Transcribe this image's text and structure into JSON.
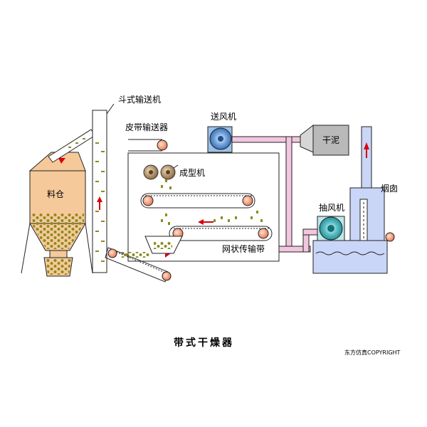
{
  "diagram": {
    "title": "带式干燥器",
    "copyright": "东方仿真COPYRIGHT",
    "labels": {
      "bucket_elevator": "斗式输送机",
      "belt_conveyor": "皮带输送器",
      "blower": "送风机",
      "dry_sludge": "干泥",
      "forming_machine": "成型机",
      "silo": "料仓",
      "chimney": "烟囱",
      "exhaust_fan": "抽风机",
      "mesh_belt": "网状传输带"
    }
  },
  "colors": {
    "duct": "#f2c6df",
    "chimney": "#c9d6f7",
    "silo": "#f6c99a",
    "granule": "#8a8c1e",
    "roller": "#f08c68",
    "flow_arrow": "#d8000f",
    "fan_blue": "#4a86c8",
    "fan_teal": "#3aaab4"
  }
}
